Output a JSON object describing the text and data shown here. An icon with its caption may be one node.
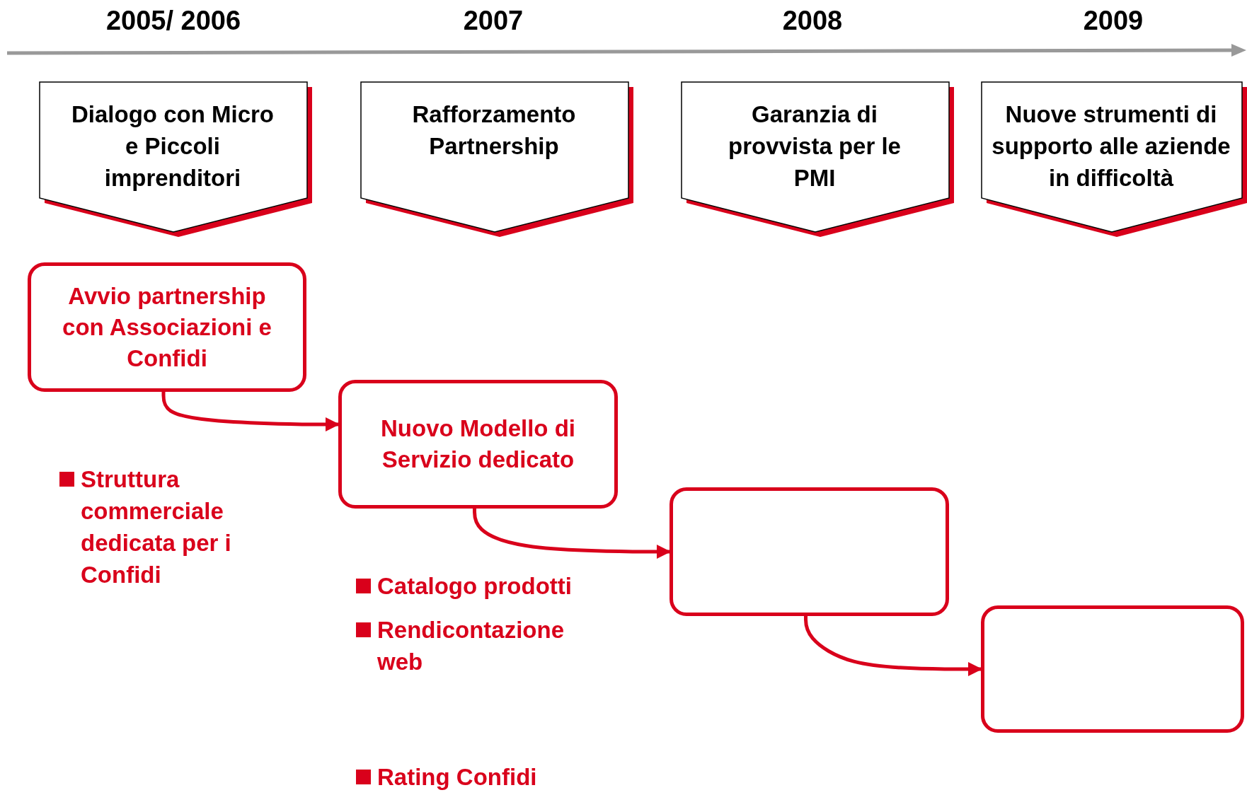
{
  "diagram": {
    "nodes": [
      {
        "text": [
          "Dialogo con Micro e Piccoli imprenditori"
        ]
      },
      {
        "text": [
          "Rafforzamento Partnership"
        ]
      },
      {
        "text": [
          "Garanzia di provvista per le PMI"
        ]
      },
      {
        "text": [
          "Nuove strumenti di supporto alle aziende in difficoltà"
        ]
      },
      {
        "text": [
          "Avvio partnership con Associazioni e Confidi"
        ]
      },
      {
        "text": [
          "Nuovo Modello di Servizio dedicato"
        ]
      },
      {
        "text": [],
        "shape": "box"
      },
      {
        "text": [],
        "shape": "box"
      }
    ],
    "edges": [
      {
        "from": 4,
        "to": 5,
        "arrow": "to"
      },
      {
        "from": 5,
        "to": 6,
        "arrow": "to"
      },
      {
        "from": 6,
        "to": 7,
        "arrow": "to"
      }
    ],
    "labels": [
      "2005/ 2006",
      "2007",
      "2008",
      "2009",
      "Struttura commerciale dedicata per i Confidi",
      "Catalogo prodotti",
      "Rendicontazione web",
      "Rating Confidi"
    ]
  }
}
